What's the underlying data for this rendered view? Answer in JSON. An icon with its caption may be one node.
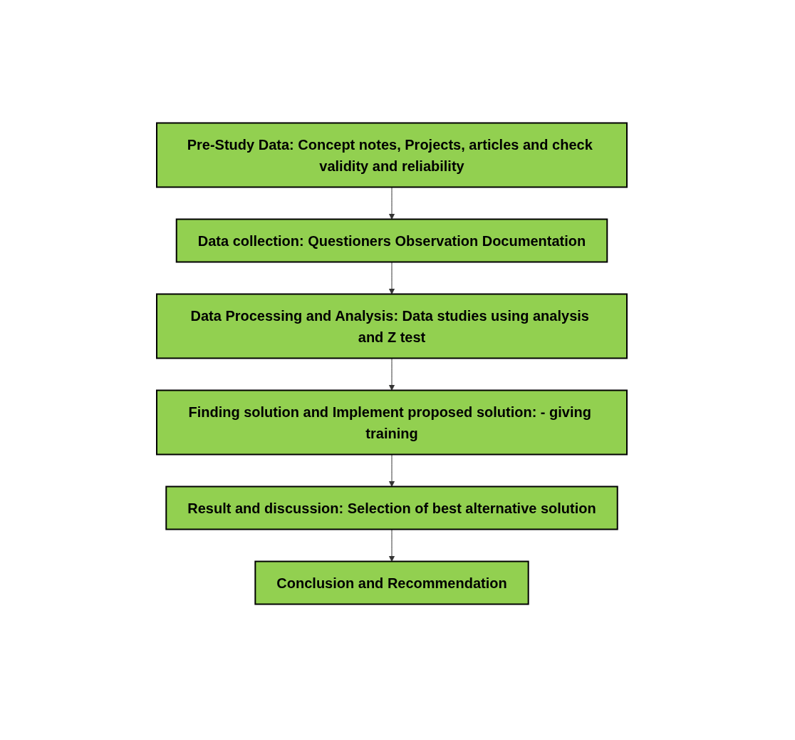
{
  "diagram": {
    "nodes": [
      {
        "text": [
          "Pre-Study Data: Concept notes, Projects, articles and check validity and reliability"
        ]
      },
      {
        "text": [
          "Data collection: Questioners Observation Documentation"
        ]
      },
      {
        "text": [
          "Data Processing and Analysis: Data studies using analysis and Z test"
        ]
      },
      {
        "text": [
          "Finding solution and Implement proposed solution: - giving training"
        ]
      },
      {
        "text": [
          "Result and discussion:  Selection of best alternative solution"
        ]
      },
      {
        "text": [
          "Conclusion and Recommendation"
        ]
      }
    ],
    "edges": [
      {
        "from": 0,
        "to": 1,
        "arrow": "to"
      },
      {
        "from": 1,
        "to": 2,
        "arrow": "to"
      },
      {
        "from": 2,
        "to": 3,
        "arrow": "to"
      },
      {
        "from": 3,
        "to": 4,
        "arrow": "to"
      },
      {
        "from": 4,
        "to": 5,
        "arrow": "to"
      }
    ]
  }
}
